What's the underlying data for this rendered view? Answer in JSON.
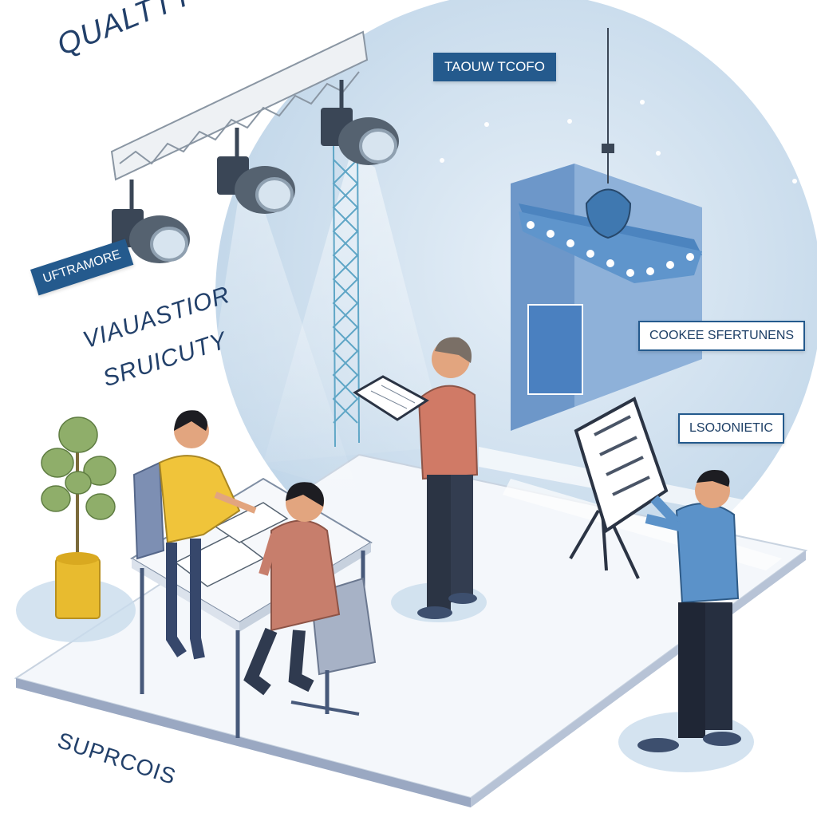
{
  "labels": {
    "quality_factor": "QUALTTY FACECTOR",
    "tag_top": "TAOUW TCOFO",
    "tag_left": "UFTRAMORE",
    "visualization_line1": "VIAUASTIOR",
    "visualization_line2": "SRUICUTY",
    "tag_cookie": "COOKEE SFERTUNENS",
    "tag_isometric": "LSOJONIETIC",
    "surface": "SUPRCOIS"
  },
  "colors": {
    "spotlight": "#c9dcec",
    "stage_floor": "#f2f5f9",
    "brand_blue": "#245a8d",
    "ink": "#22406a"
  }
}
